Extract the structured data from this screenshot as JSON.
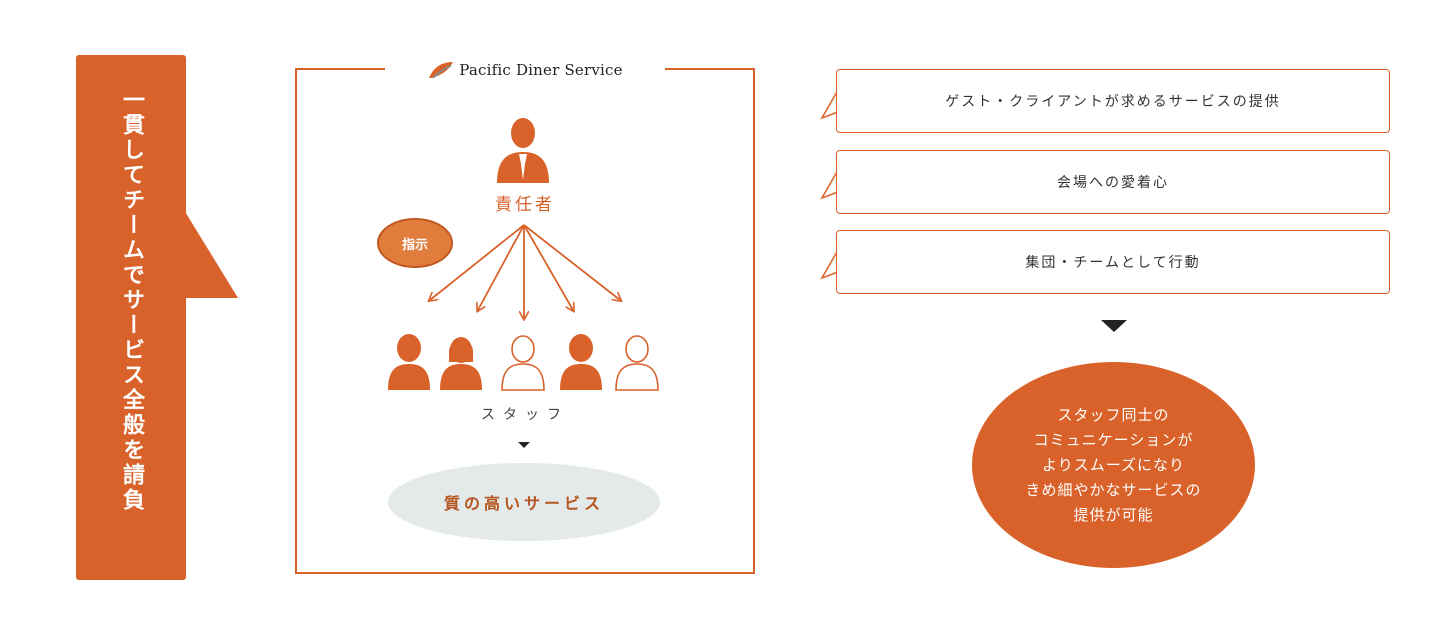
{
  "banner": {
    "text": "一貫してチームでサービス全般を請負"
  },
  "org_chart": {
    "brand": "Pacific Diner Service",
    "leader_label": "責任者",
    "instruction_label": "指示",
    "staff_label": "スタッフ",
    "result_label": "質の高いサービス"
  },
  "benefits": [
    {
      "label": "ゲスト・クライアントが求めるサービスの提供"
    },
    {
      "label": "会場への愛着心"
    },
    {
      "label": "集団・チームとして行動"
    }
  ],
  "outcome": {
    "lines": [
      "スタッフ同士の",
      "コミュニケーションが",
      "よりスムーズになり",
      "きめ細やかなサービスの",
      "提供が可能"
    ]
  },
  "colors": {
    "accent": "#d9622a",
    "accent_light": "#e07c3c",
    "ellipse_bg": "#e4e9ea"
  }
}
